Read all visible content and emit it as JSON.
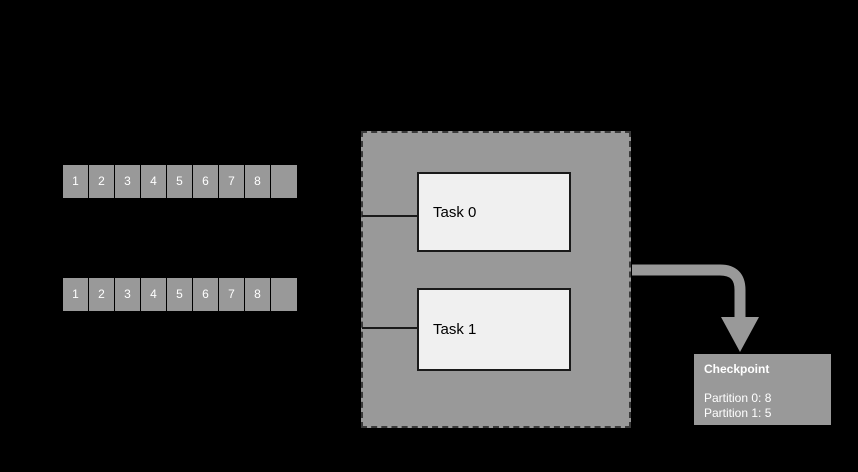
{
  "diagram": {
    "title": "stream-partition-checkpoint-diagram",
    "colors": {
      "background": "#000000",
      "cell_fill": "#999999",
      "container_fill": "#999999",
      "container_border": "#3a3a3a",
      "task_fill": "#f0f0f0",
      "task_border": "#1a1a1a",
      "arrow": "#999999",
      "checkpoint_fill": "#999999",
      "text_light": "#ffffff",
      "text_dark": "#000000"
    }
  },
  "streams": [
    {
      "name": "partition-0-stream",
      "cells": [
        "1",
        "2",
        "3",
        "4",
        "5",
        "6",
        "7",
        "8",
        ""
      ]
    },
    {
      "name": "partition-1-stream",
      "cells": [
        "1",
        "2",
        "3",
        "4",
        "5",
        "6",
        "7",
        "8",
        ""
      ]
    }
  ],
  "operator": {
    "tasks": [
      {
        "label": "Task 0"
      },
      {
        "label": "Task 1"
      }
    ]
  },
  "checkpoint": {
    "title": "Checkpoint",
    "entries": [
      "Partition 0: 8",
      "Partition 1: 5"
    ]
  }
}
